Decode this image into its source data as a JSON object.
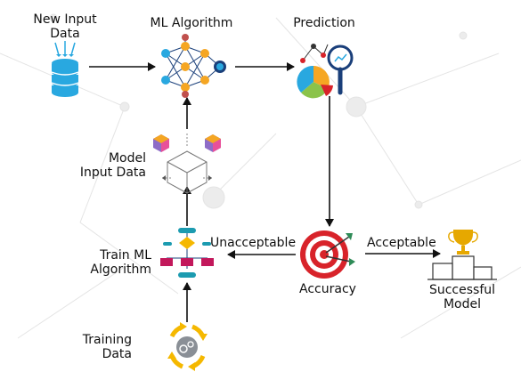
{
  "nodes": {
    "new_input": "New Input\nData",
    "ml_algorithm": "ML Algorithm",
    "prediction": "Prediction",
    "model_input": "Model\nInput Data",
    "train_ml": "Train ML\nAlgorithm",
    "accuracy": "Accuracy",
    "successful_model": "Successful\nModel",
    "training_data": "Training\nData"
  },
  "edges": {
    "unacceptable": "Unacceptable",
    "acceptable": "Acceptable"
  },
  "colors": {
    "blue": "#29a8e0",
    "navy": "#1a3f7a",
    "orange": "#f5a623",
    "red": "#d8232a",
    "crimson": "#c2185b",
    "teal": "#1c9bb0",
    "gold": "#e6a800",
    "purple": "#8e6cc7",
    "arrow": "#111111"
  },
  "icons": [
    "database-icon",
    "neural-network-icon",
    "analytics-icon",
    "cube-icon",
    "flowchart-icon",
    "target-icon",
    "trophy-podium-icon",
    "gear-cycle-icon"
  ]
}
